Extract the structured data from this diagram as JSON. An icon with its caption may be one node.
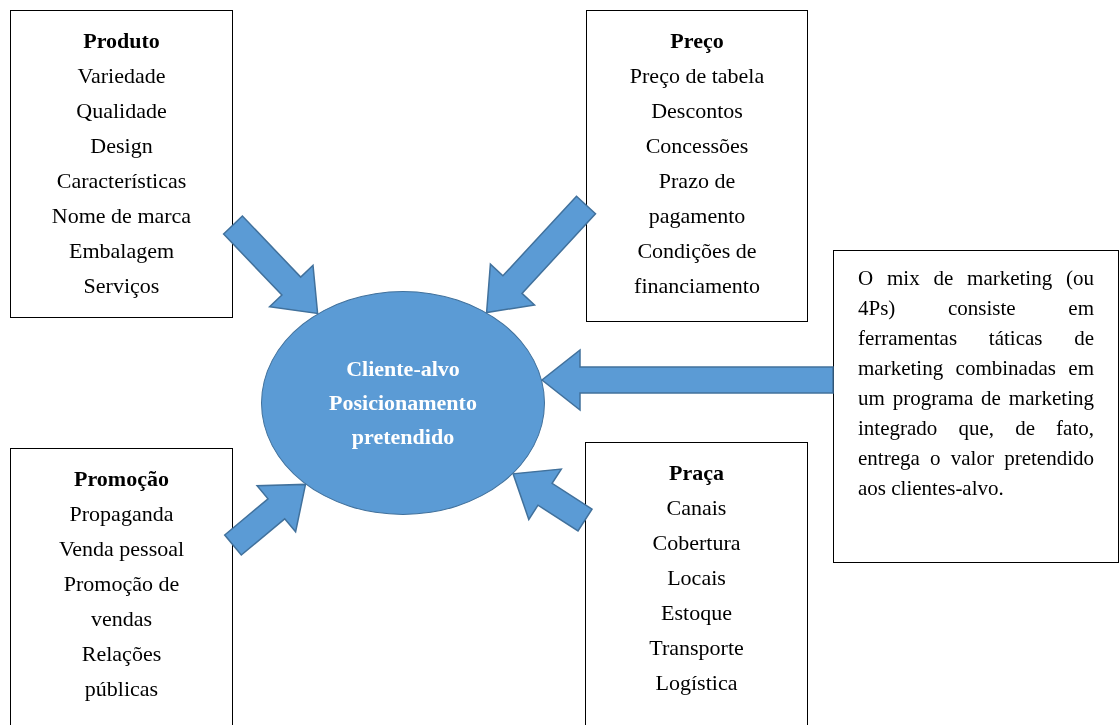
{
  "diagram": {
    "nodes": [
      {
        "text": [
          "Produto",
          "Variedade",
          "Qualidade",
          "Design",
          "Características",
          "Nome de marca",
          "Embalagem",
          "Serviços"
        ]
      },
      {
        "text": [
          "Preço",
          "Preço de tabela",
          "Descontos",
          "Concessões",
          "Prazo de pagamento",
          "Condições de financiamento"
        ]
      },
      {
        "text": [
          "Cliente-alvo Posicionamento pretendido"
        ]
      },
      {
        "text": [
          "O mix de marketing (ou 4Ps) consiste em ferramentas táticas de marketing combinadas em um programa de marketing integrado que, de fato, entrega o valor pretendido aos clientes-alvo."
        ]
      },
      {
        "text": [
          "Promoção",
          "Propaganda",
          "Venda pessoal",
          "Promoção de vendas",
          "Relações públicas"
        ]
      },
      {
        "text": [
          "Praça",
          "Canais",
          "Cobertura",
          "Locais",
          "Estoque",
          "Transporte",
          "Logística"
        ]
      }
    ],
    "edges": [
      {
        "from": 0,
        "to": 2,
        "arrow": "to"
      },
      {
        "from": 1,
        "to": 2,
        "arrow": "to"
      },
      {
        "from": 3,
        "to": 2,
        "arrow": "to"
      },
      {
        "from": 4,
        "to": 2,
        "arrow": "to"
      },
      {
        "from": 5,
        "to": 2,
        "arrow": "to"
      }
    ]
  }
}
